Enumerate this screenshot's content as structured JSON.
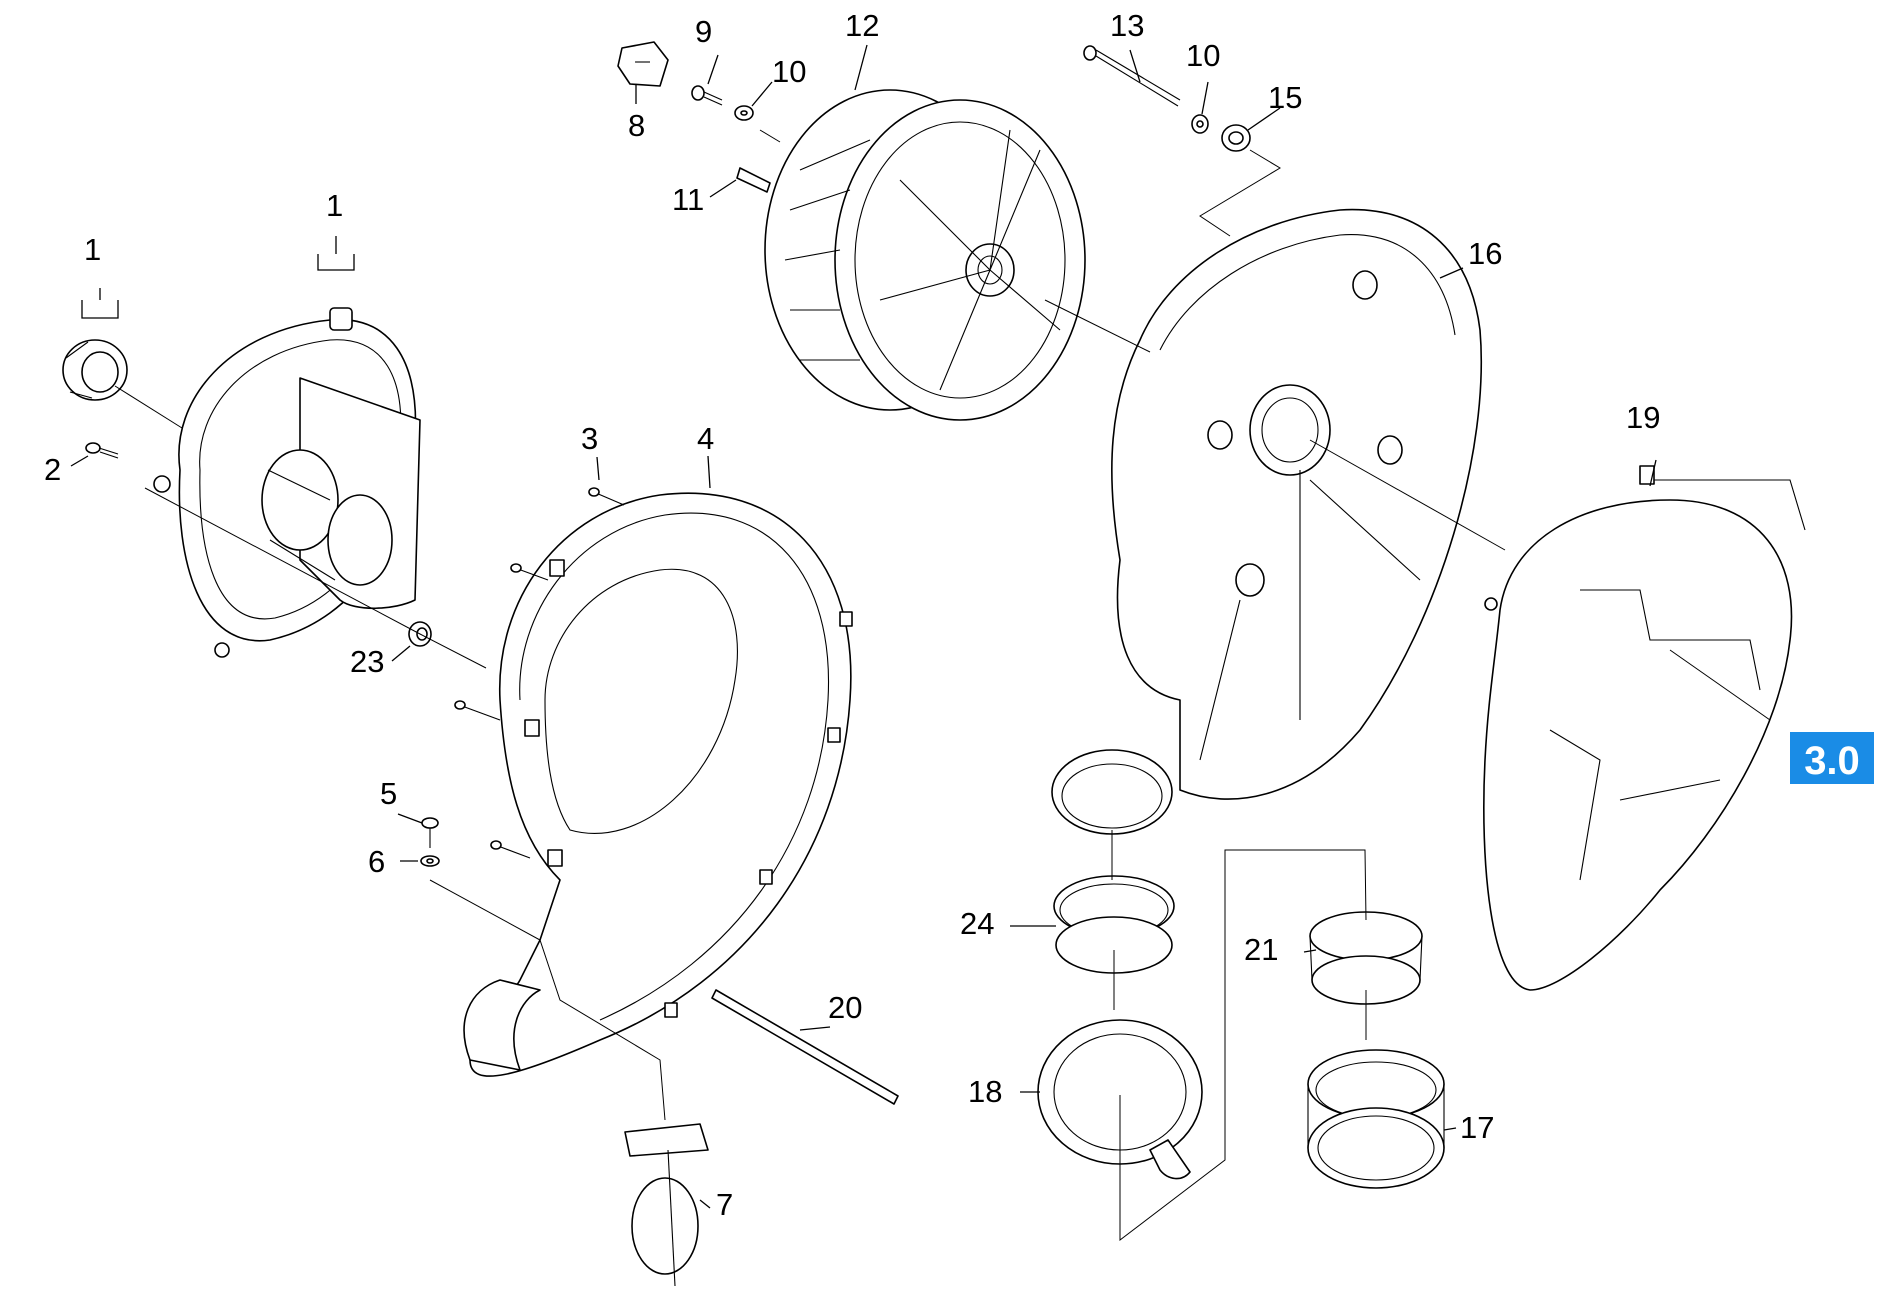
{
  "callouts": {
    "c1a": "1",
    "c1b": "1",
    "c2": "2",
    "c3": "3",
    "c4": "4",
    "c5": "5",
    "c6": "6",
    "c7": "7",
    "c8": "8",
    "c9": "9",
    "c10a": "10",
    "c10b": "10",
    "c11": "11",
    "c12": "12",
    "c13": "13",
    "c15": "15",
    "c16": "16",
    "c17": "17",
    "c18": "18",
    "c19": "19",
    "c20": "20",
    "c21": "21",
    "c23": "23",
    "c24": "24"
  },
  "badge": {
    "label": "3.0",
    "color": "#1a8ce6"
  }
}
